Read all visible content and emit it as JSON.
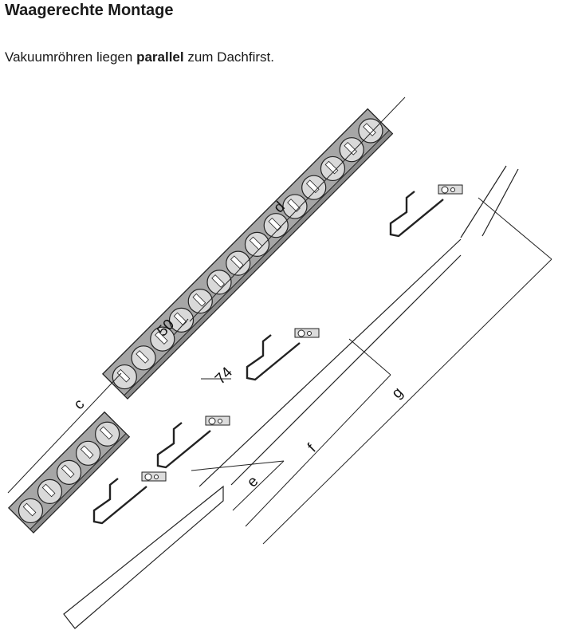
{
  "header": {
    "title": "Waagerechte Montage",
    "desc_before": "Vakuumröhren liegen ",
    "desc_bold": "parallel",
    "desc_after": " zum Dachfirst."
  },
  "diagram": {
    "dimension_labels": {
      "c": "c",
      "d": "d",
      "e": "e",
      "f": "f",
      "g": "g",
      "gap": "50",
      "offset": "74"
    }
  },
  "colors": {
    "line": "#222222",
    "frame_fill": "#a6a6a6",
    "tube_fill": "#d9d9d9",
    "tube_inner": "#ffffff"
  }
}
